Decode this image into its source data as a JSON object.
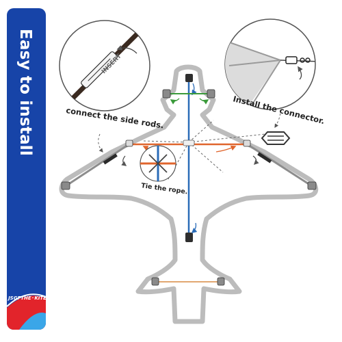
{
  "banner": {
    "title": "Easy to install",
    "brand_name": "JSGFTHE",
    "brand_suffix": "KITE",
    "colors": {
      "blue": "#1744a8",
      "red": "#e2242b",
      "light_blue": "#3aa6e8"
    }
  },
  "callouts": {
    "side_rods": "connect the side rods.",
    "insert": "INSERT",
    "connector": "Install the connector.",
    "rope": "Tie the rope."
  },
  "colors": {
    "kite_outline": "#b9b9b9",
    "spine_rod": "#2b6cb8",
    "cross_rod": "#e0652c",
    "top_rod": "#3a9a3a",
    "tail_rod": "#d98a40"
  }
}
